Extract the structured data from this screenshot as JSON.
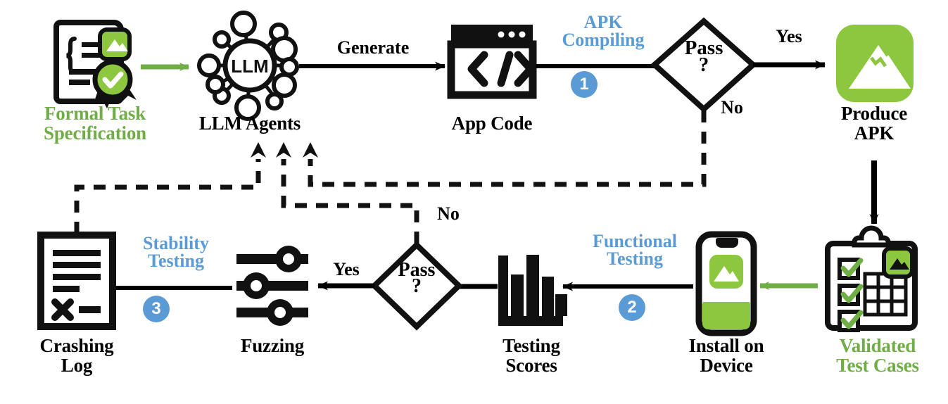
{
  "diagram": {
    "title": "LLM Agent App Generation and Testing Pipeline",
    "colors": {
      "green": "#70AD47",
      "blue": "#5B9BD5",
      "black": "#000000",
      "icon_green": "#8DC63F",
      "white": "#FFFFFF"
    },
    "nodes": [
      {
        "id": "formal-task-specification",
        "label": "Formal Task\nSpecification",
        "color": "green",
        "icon": "document-certificate-icon"
      },
      {
        "id": "llm-agents",
        "label": "LLM Agents",
        "color": "black",
        "icon": "llm-network-icon"
      },
      {
        "id": "app-code",
        "label": "App Code",
        "color": "black",
        "icon": "code-window-icon"
      },
      {
        "id": "pass-decision-1",
        "label": "Pass\n?",
        "color": "black",
        "icon": "diamond-decision-icon"
      },
      {
        "id": "produce-apk",
        "label": "Produce\nAPK",
        "color": "black",
        "icon": "apk-app-icon"
      },
      {
        "id": "validated-test-cases",
        "label": "Validated\nTest Cases",
        "color": "green",
        "icon": "clipboard-checklist-icon"
      },
      {
        "id": "install-on-device",
        "label": "Install on\nDevice",
        "color": "black",
        "icon": "smartphone-icon"
      },
      {
        "id": "testing-scores",
        "label": "Testing\nScores",
        "color": "black",
        "icon": "bar-chart-icon"
      },
      {
        "id": "pass-decision-2",
        "label": "Pass\n?",
        "color": "black",
        "icon": "diamond-decision-icon"
      },
      {
        "id": "fuzzing",
        "label": "Fuzzing",
        "color": "black",
        "icon": "sliders-icon"
      },
      {
        "id": "crashing-log",
        "label": "Crashing\nLog",
        "color": "black",
        "icon": "crash-log-document-icon"
      }
    ],
    "edges": [
      {
        "id": "spec-to-llm",
        "label": "",
        "style": "solid",
        "color": "green"
      },
      {
        "id": "llm-to-appcode",
        "label": "Generate",
        "style": "solid",
        "color": "black"
      },
      {
        "id": "appcode-to-pass1",
        "label": "APK\nCompiling",
        "style": "solid",
        "color": "blue",
        "step": "1"
      },
      {
        "id": "pass1-yes-to-apk",
        "label": "Yes",
        "style": "solid",
        "color": "black"
      },
      {
        "id": "pass1-no-feedback",
        "label": "No",
        "style": "dashed",
        "color": "black"
      },
      {
        "id": "apk-to-testcases",
        "label": "",
        "style": "solid",
        "color": "black"
      },
      {
        "id": "testcases-to-device",
        "label": "",
        "style": "solid",
        "color": "green"
      },
      {
        "id": "device-to-scores",
        "label": "Functional\nTesting",
        "style": "solid",
        "color": "blue",
        "step": "2"
      },
      {
        "id": "scores-to-pass2",
        "label": "",
        "style": "solid",
        "color": "black"
      },
      {
        "id": "pass2-yes-to-fuzzing",
        "label": "Yes",
        "style": "solid",
        "color": "black"
      },
      {
        "id": "pass2-no-feedback",
        "label": "No",
        "style": "dashed",
        "color": "black"
      },
      {
        "id": "fuzzing-to-crashlog",
        "label": "Stability\nTesting",
        "style": "solid",
        "color": "blue",
        "step": "3"
      },
      {
        "id": "crashlog-feedback",
        "label": "",
        "style": "dashed",
        "color": "black"
      }
    ],
    "labels": {
      "formal_task_specification": "Formal Task\nSpecification",
      "llm_agents": "LLM Agents",
      "llm_core": "LLM",
      "app_code": "App Code",
      "produce_apk": "Produce\nAPK",
      "validated_test_cases": "Validated\nTest Cases",
      "install_on_device": "Install on\nDevice",
      "testing_scores": "Testing\nScores",
      "fuzzing": "Fuzzing",
      "crashing_log": "Crashing\nLog",
      "pass_1": "Pass\n?",
      "pass_2": "Pass\n?",
      "generate": "Generate",
      "apk_compiling": "APK\nCompiling",
      "functional_testing": "Functional\nTesting",
      "stability_testing": "Stability\nTesting",
      "yes_1": "Yes",
      "no_1": "No",
      "yes_2": "Yes",
      "no_2": "No",
      "step_1": "1",
      "step_2": "2",
      "step_3": "3"
    }
  }
}
